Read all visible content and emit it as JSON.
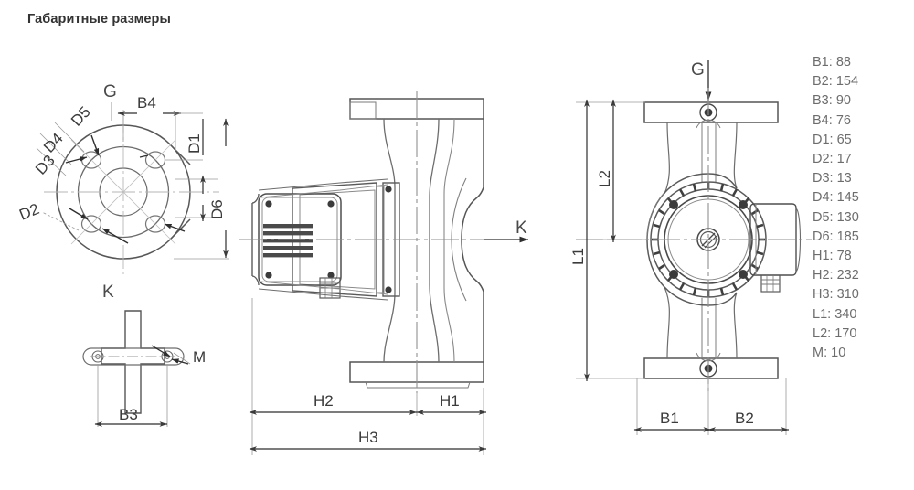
{
  "title": "Габаритные размеры",
  "specs": [
    {
      "key": "B1",
      "value": "88"
    },
    {
      "key": "B2",
      "value": "154"
    },
    {
      "key": "B3",
      "value": "90"
    },
    {
      "key": "B4",
      "value": "76"
    },
    {
      "key": "D1",
      "value": "65"
    },
    {
      "key": "D2",
      "value": "17"
    },
    {
      "key": "D3",
      "value": "13"
    },
    {
      "key": "D4",
      "value": "145"
    },
    {
      "key": "D5",
      "value": "130"
    },
    {
      "key": "D6",
      "value": "185"
    },
    {
      "key": "H1",
      "value": "78"
    },
    {
      "key": "H2",
      "value": "232"
    },
    {
      "key": "H3",
      "value": "310"
    },
    {
      "key": "L1",
      "value": "340"
    },
    {
      "key": "L2",
      "value": "170"
    },
    {
      "key": "M",
      "value": "10"
    }
  ],
  "flange_view": {
    "section_marker": "G",
    "dim_b4": "B4",
    "dim_d1": "D1",
    "dim_d6": "D6",
    "dim_d5": "D5",
    "dim_d4": "D4",
    "dim_d3": "D3",
    "dim_d2": "D2"
  },
  "detail_k_view": {
    "view_label": "K",
    "dim_b3": "B3",
    "dim_m": "M"
  },
  "side_view": {
    "section_marker": "K",
    "dim_h1": "H1",
    "dim_h2": "H2",
    "dim_h3": "H3"
  },
  "front_view": {
    "section_marker": "G",
    "dim_l1": "L1",
    "dim_l2": "L2",
    "dim_b1": "B1",
    "dim_b2": "B2"
  },
  "colors": {
    "line": "#3b3b3b",
    "thin_line": "#8a8a8a",
    "center_line": "#9a9a9a",
    "text": "#3b3b3b",
    "spec_text": "#6d6d6d",
    "background": "#ffffff"
  }
}
